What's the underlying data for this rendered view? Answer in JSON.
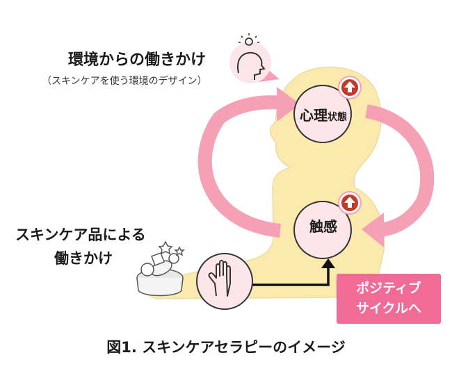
{
  "env": {
    "title": "環境からの働きかけ",
    "subtitle": "（スキンケアを使う環境のデザイン）"
  },
  "skin": {
    "line1": "スキンケア品による",
    "line2": "働きかけ"
  },
  "nodes": {
    "psych_main": "心理",
    "psych_small": "状態",
    "touch": "触感"
  },
  "positive": {
    "line1": "ポジティブ",
    "line2": "サイクルへ"
  },
  "caption": "図1. スキンケアセラピーのイメージ",
  "colors": {
    "body": "#fbe9ae",
    "circle": "#fde6ea",
    "circle_border": "#333333",
    "accent": "#f06b96",
    "arrow_pink": "#f5a0b4",
    "up_badge": "#c0392b"
  }
}
